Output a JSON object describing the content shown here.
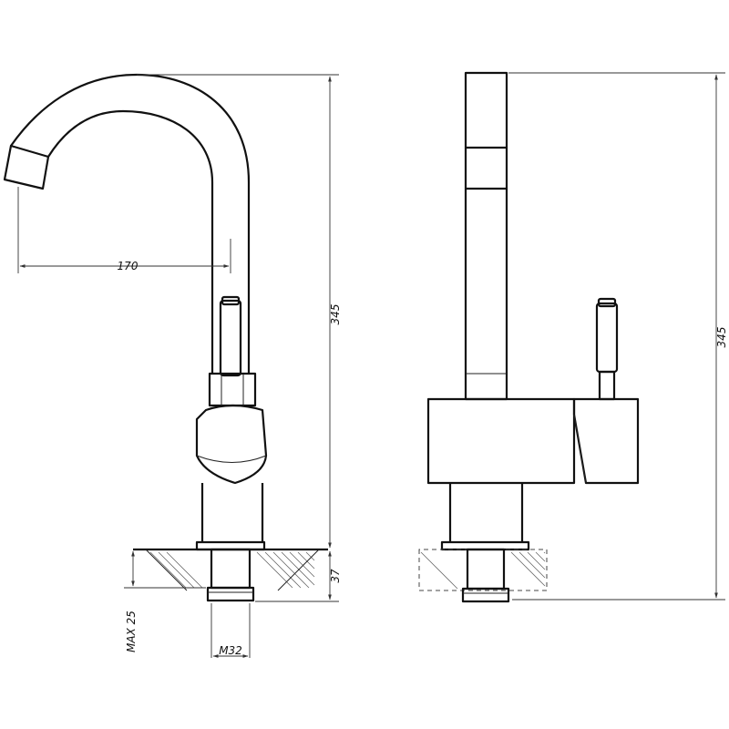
{
  "dimensions": {
    "reach": "170",
    "height_front": "345",
    "height_side": "345",
    "deck_thickness": "37",
    "max_counter": "MAX 25",
    "thread": "M32"
  },
  "colors": {
    "line": "#111111",
    "background": "#ffffff"
  }
}
